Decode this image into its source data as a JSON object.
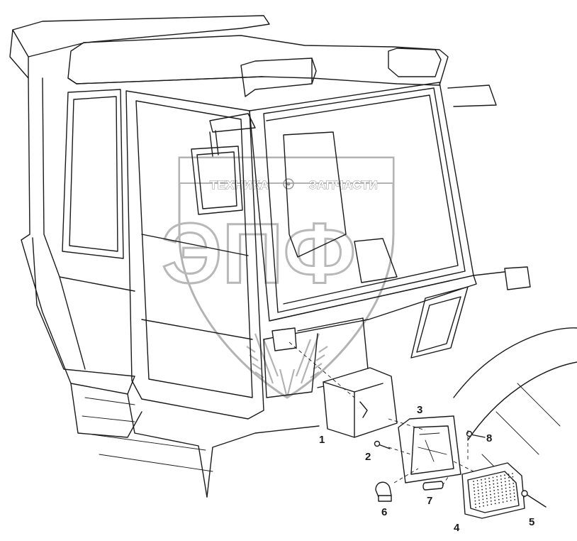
{
  "watermark": {
    "left_text": "ТЕХНИКА",
    "right_text": "ЗАПЧАСТИ",
    "emblem_letters": "ЭПФ"
  },
  "callouts": [
    {
      "id": "1",
      "label": "1"
    },
    {
      "id": "2",
      "label": "2"
    },
    {
      "id": "3",
      "label": "3"
    },
    {
      "id": "4",
      "label": "4"
    },
    {
      "id": "5",
      "label": "5"
    },
    {
      "id": "6",
      "label": "6"
    },
    {
      "id": "7",
      "label": "7"
    },
    {
      "id": "8",
      "label": "8"
    }
  ]
}
